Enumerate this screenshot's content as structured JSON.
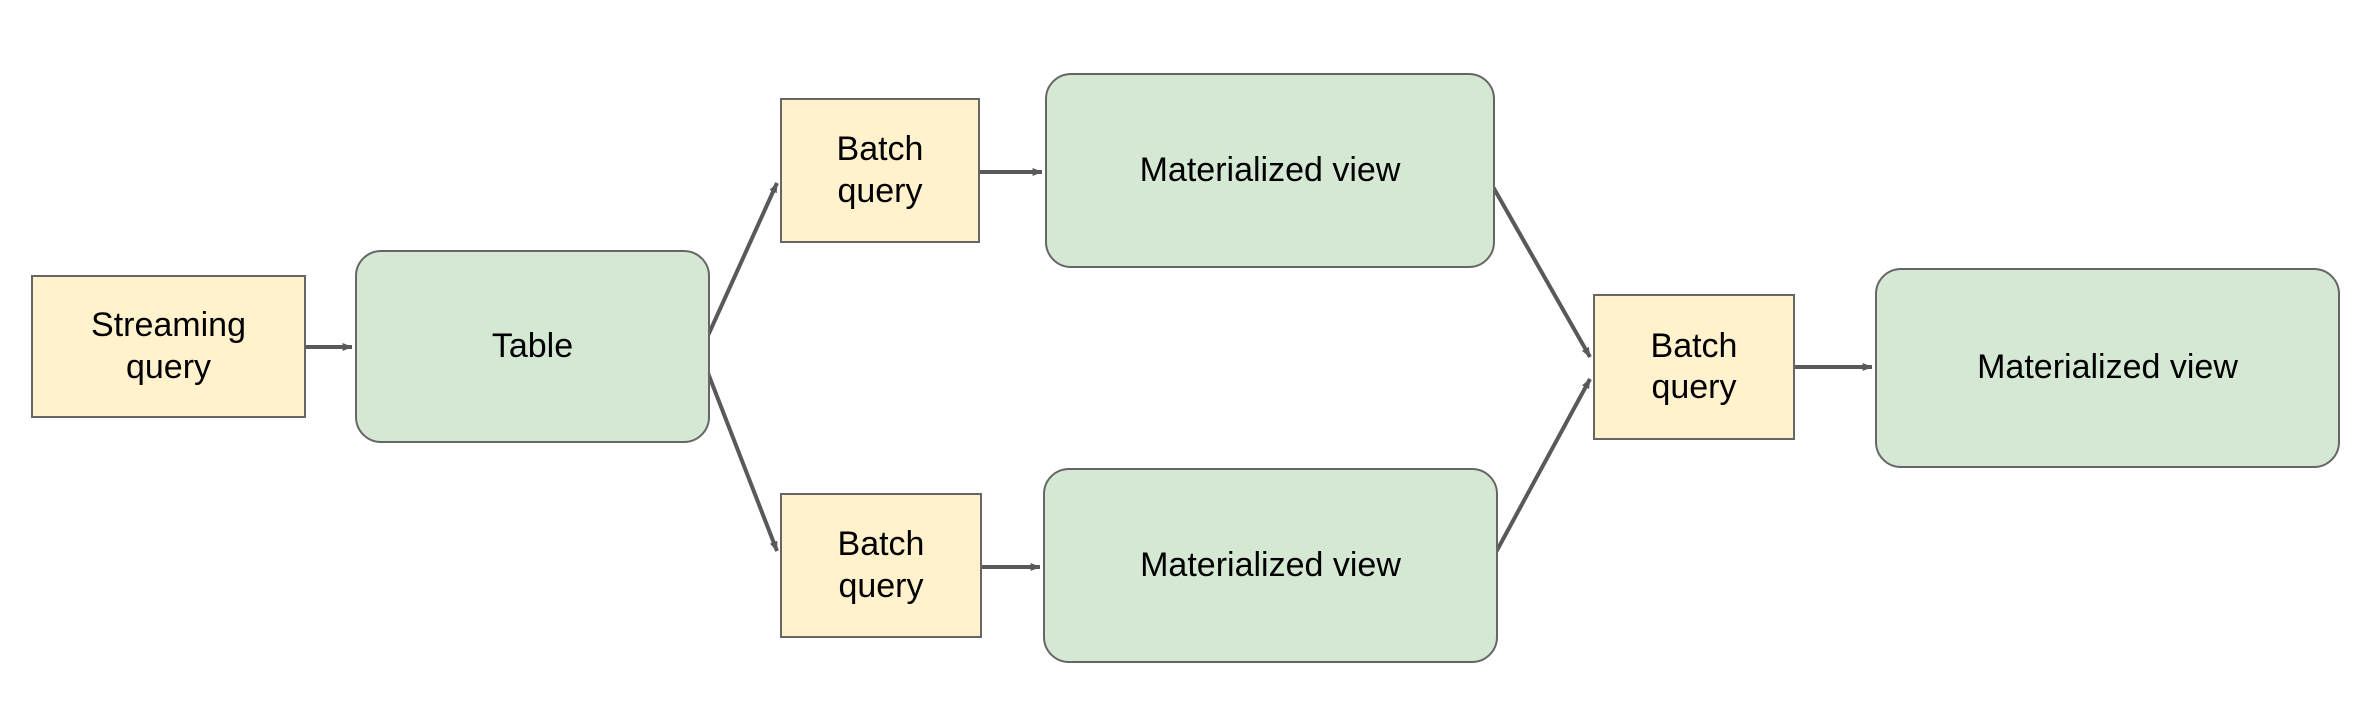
{
  "diagram": {
    "type": "flowchart",
    "direction": "left-to-right",
    "background_color": "#ffffff",
    "palette": {
      "process_fill": "#fff2cc",
      "store_fill": "#d5e8d4",
      "border": "#666666",
      "edge": "#595959",
      "text": "#000000"
    },
    "nodes": [
      {
        "id": "streaming-query",
        "label": "Streaming\nquery",
        "shape": "rectangle",
        "kind": "process"
      },
      {
        "id": "table",
        "label": "Table",
        "shape": "rounded-rectangle",
        "kind": "store"
      },
      {
        "id": "batch-top",
        "label": "Batch\nquery",
        "shape": "rectangle",
        "kind": "process"
      },
      {
        "id": "mv-top",
        "label": "Materialized view",
        "shape": "rounded-rectangle",
        "kind": "store"
      },
      {
        "id": "batch-bottom",
        "label": "Batch\nquery",
        "shape": "rectangle",
        "kind": "process"
      },
      {
        "id": "mv-bottom",
        "label": "Materialized view",
        "shape": "rounded-rectangle",
        "kind": "store"
      },
      {
        "id": "batch-center",
        "label": "Batch\nquery",
        "shape": "rectangle",
        "kind": "process"
      },
      {
        "id": "mv-right",
        "label": "Materialized view",
        "shape": "rounded-rectangle",
        "kind": "store"
      }
    ],
    "edges": [
      {
        "from": "streaming-query",
        "to": "table",
        "style": "straight",
        "arrowhead": "filled-triangle"
      },
      {
        "from": "table",
        "to": "batch-top",
        "style": "diagonal",
        "arrowhead": "filled-triangle"
      },
      {
        "from": "table",
        "to": "batch-bottom",
        "style": "diagonal",
        "arrowhead": "filled-triangle"
      },
      {
        "from": "batch-top",
        "to": "mv-top",
        "style": "straight",
        "arrowhead": "filled-triangle"
      },
      {
        "from": "batch-bottom",
        "to": "mv-bottom",
        "style": "straight",
        "arrowhead": "filled-triangle"
      },
      {
        "from": "mv-top",
        "to": "batch-center",
        "style": "diagonal",
        "arrowhead": "filled-triangle"
      },
      {
        "from": "mv-bottom",
        "to": "batch-center",
        "style": "diagonal",
        "arrowhead": "filled-triangle"
      },
      {
        "from": "batch-center",
        "to": "mv-right",
        "style": "straight",
        "arrowhead": "filled-triangle"
      }
    ]
  }
}
